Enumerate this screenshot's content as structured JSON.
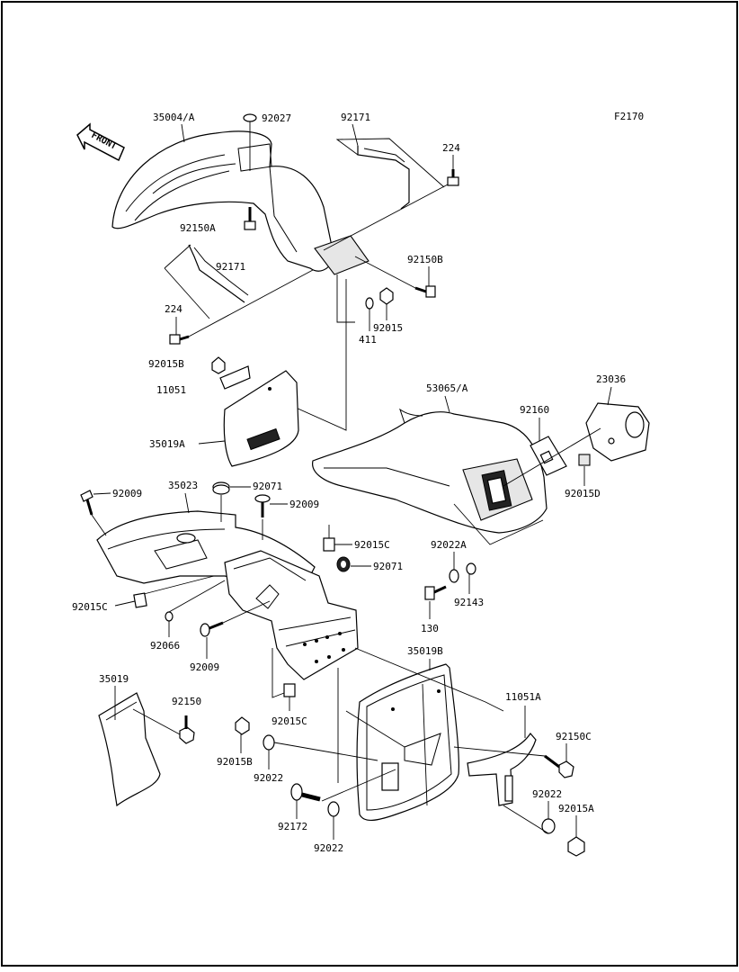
{
  "diagram_code": "F2170",
  "front_arrow_label": "FRONT",
  "labels": {
    "l35004A": "35004/A",
    "l92027": "92027",
    "l92171a": "92171",
    "l224a": "224",
    "l92150A": "92150A",
    "l92150B": "92150B",
    "l92171b": "92171",
    "l224b": "224",
    "l92015": "92015",
    "l411": "411",
    "l92015B_top": "92015B",
    "l11051": "11051",
    "l35019A": "35019A",
    "l53065A": "53065/A",
    "l23036": "23036",
    "l92160": "92160",
    "l92015D": "92015D",
    "l92009a": "92009",
    "l35023": "35023",
    "l92071a": "92071",
    "l92009b": "92009",
    "l92015C_a": "92015C",
    "l92022A": "92022A",
    "l92071b": "92071",
    "l92143": "92143",
    "l92015C_b": "92015C",
    "l130": "130",
    "l92066": "92066",
    "l92009c": "92009",
    "l35019B": "35019B",
    "l35019": "35019",
    "l92150": "92150",
    "l11051A": "11051A",
    "l92015C_c": "92015C",
    "l92150C": "92150C",
    "l92015B_bot": "92015B",
    "l92022a": "92022",
    "l92022b": "92022",
    "l92015A": "92015A",
    "l92172": "92172",
    "l92022c": "92022"
  }
}
